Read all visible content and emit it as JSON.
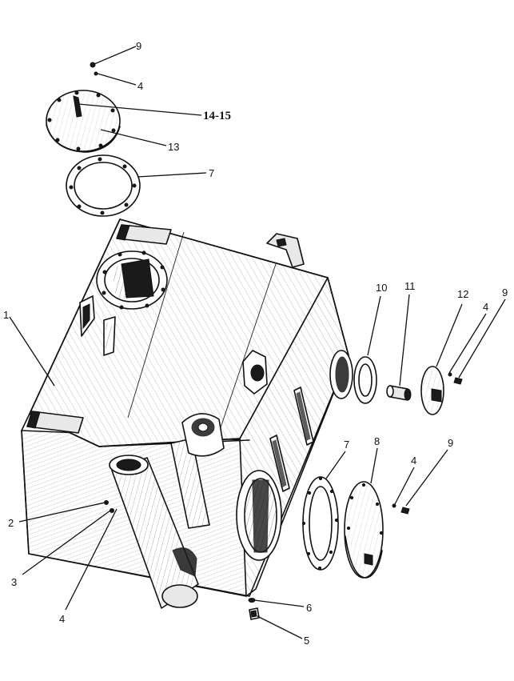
{
  "labels": {
    "l1": "1",
    "l2": "2",
    "l3": "3",
    "l4a": "4",
    "l4b": "4",
    "l4c": "4",
    "l4d": "4",
    "l5": "5",
    "l6": "6",
    "l7a": "7",
    "l7b": "7",
    "l8": "8",
    "l9a": "9",
    "l9b": "9",
    "l9c": "9",
    "l10": "10",
    "l11": "11",
    "l12": "12",
    "l13": "13",
    "l1415": "14-15"
  }
}
